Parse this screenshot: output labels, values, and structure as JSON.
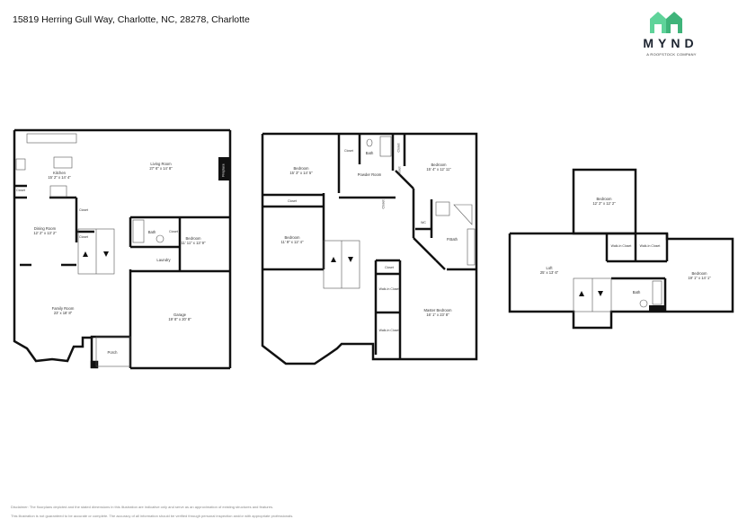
{
  "header": {
    "address": "15819 Herring Gull Way, Charlotte, NC, 28278, Charlotte"
  },
  "logo": {
    "name": "MYND",
    "tagline": "A ROOFSTOCK COMPANY",
    "colors": {
      "house_left": "#5fd39a",
      "house_right": "#3fb47a",
      "text": "#1d2430"
    }
  },
  "floors": [
    {
      "name": "first-floor",
      "rooms": [
        {
          "name": "Kitchen",
          "dims": "15' 2\" x 14' 4\""
        },
        {
          "name": "Living Room",
          "dims": "27' 6\" x 14' 8\""
        },
        {
          "name": "Fireplace",
          "dims": ""
        },
        {
          "name": "Dining Room",
          "dims": "12' 2\" x 13' 2\""
        },
        {
          "name": "Closet",
          "dims": ""
        },
        {
          "name": "Closet",
          "dims": ""
        },
        {
          "name": "Closet",
          "dims": ""
        },
        {
          "name": "Bath",
          "dims": ""
        },
        {
          "name": "Closet",
          "dims": ""
        },
        {
          "name": "Bedroom",
          "dims": "11' 11\" x 13' 9\""
        },
        {
          "name": "Laundry",
          "dims": ""
        },
        {
          "name": "Family Room",
          "dims": "23' x 18' 8\""
        },
        {
          "name": "Garage",
          "dims": "19' 8\" x 20' 8\""
        },
        {
          "name": "Porch",
          "dims": ""
        }
      ]
    },
    {
      "name": "second-floor",
      "rooms": [
        {
          "name": "Bedroom",
          "dims": "15' 3\" x 14' 5\""
        },
        {
          "name": "Closet",
          "dims": ""
        },
        {
          "name": "Bath",
          "dims": ""
        },
        {
          "name": "Closet",
          "dims": ""
        },
        {
          "name": "Bedroom",
          "dims": "15' 4\" x 12' 11\""
        },
        {
          "name": "Powder Room",
          "dims": ""
        },
        {
          "name": "Closet",
          "dims": ""
        },
        {
          "name": "Closet",
          "dims": ""
        },
        {
          "name": "Closet",
          "dims": ""
        },
        {
          "name": "Bedroom",
          "dims": "11' 9\" x 12' 4\""
        },
        {
          "name": "WC",
          "dims": ""
        },
        {
          "name": "P.Bath",
          "dims": ""
        },
        {
          "name": "Closet",
          "dims": ""
        },
        {
          "name": "Walk-In Closet",
          "dims": ""
        },
        {
          "name": "Master Bedroom",
          "dims": "16' 1\" x 23' 8\""
        },
        {
          "name": "Walk-In Closet",
          "dims": ""
        }
      ]
    },
    {
      "name": "third-floor",
      "rooms": [
        {
          "name": "Bedroom",
          "dims": "12' 2\" x 12' 2\""
        },
        {
          "name": "Walk-In Closet",
          "dims": ""
        },
        {
          "name": "Walk-In Closet",
          "dims": ""
        },
        {
          "name": "Loft",
          "dims": "25' x 13' 6\""
        },
        {
          "name": "Bedroom",
          "dims": "19' 1\" x 14' 1\""
        },
        {
          "name": "Bath",
          "dims": ""
        }
      ]
    }
  ],
  "footer": {
    "line1": "Disclaimer: The floorplans depicted and the stated dimensions in this illustration are indicative only and serve as an approximation of existing structures and features.",
    "line2": "This illustration is not guaranteed to be accurate or complete. The accuracy of all information should be verified through personal inspection and/or with appropriate professionals."
  }
}
